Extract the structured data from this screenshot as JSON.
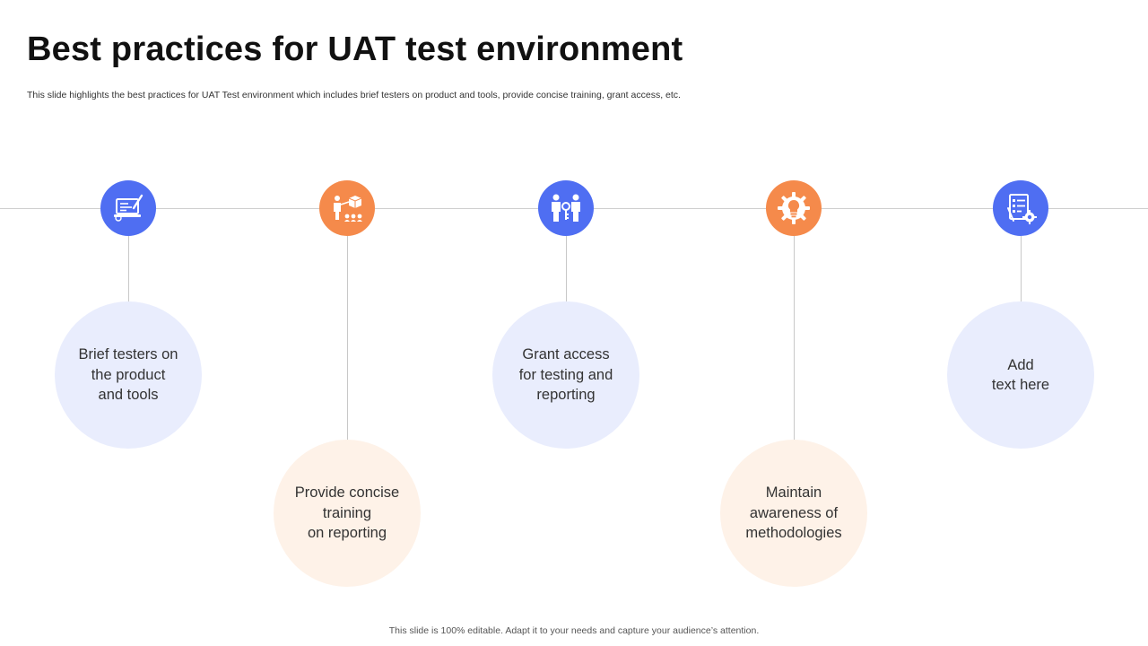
{
  "slide": {
    "title": "Best practices for UAT test environment",
    "subtitle": "This slide highlights the best practices for UAT Test environment which includes brief testers on product and tools, provide concise training, grant access, etc.",
    "footer": "This slide is 100% editable. Adapt it to your needs and capture your audience’s attention."
  },
  "colors": {
    "blue": "#4f6ef2",
    "orange": "#f58a4b",
    "blue_light": "#e9edfd",
    "orange_light": "#fef2e8"
  },
  "steps": [
    {
      "icon": "laptop-pen-icon",
      "text": "Brief testers on\nthe product\nand tools"
    },
    {
      "icon": "presentation-box-icon",
      "text": "Provide concise\ntraining\non reporting"
    },
    {
      "icon": "people-key-icon",
      "text": "Grant access\nfor testing and\nreporting"
    },
    {
      "icon": "gear-lightbulb-icon",
      "text": "Maintain\nawareness of\nmethodologies"
    },
    {
      "icon": "checklist-gear-icon",
      "text": "Add\ntext here"
    }
  ]
}
